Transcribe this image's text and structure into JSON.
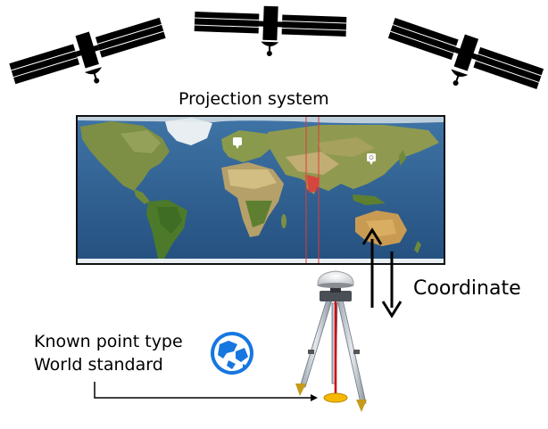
{
  "labels": {
    "projection_system": "Projection system",
    "coordinate": "Coordinate",
    "known_point_type": "Known point type",
    "world_standard": "World standard"
  },
  "icons": {
    "satellite": "satellite-icon",
    "globe": "globe-icon",
    "map_marker": "map-marker-icon",
    "survey_instrument": "gnss-receiver-tripod"
  },
  "colors": {
    "ocean": "#2f5f8f",
    "land": "#8a9a4c",
    "globe_blue": "#1677e0",
    "plumb_line": "#cc0000",
    "ground_point": "#f5b800",
    "meridian": "#e03a3a"
  }
}
